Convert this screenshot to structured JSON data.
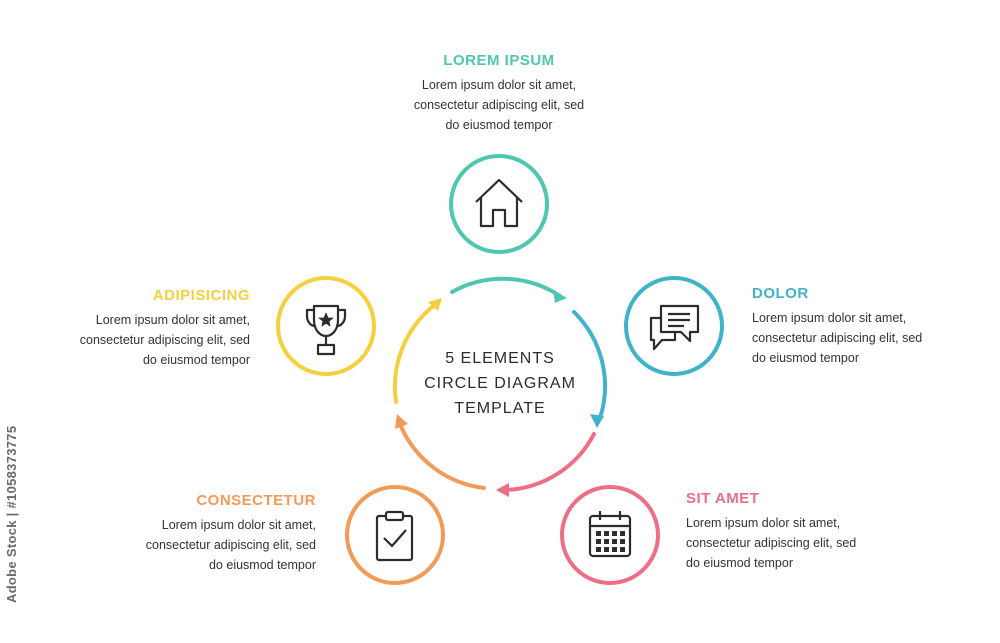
{
  "center": {
    "line1": "5 ELEMENTS",
    "line2": "CIRCLE DIAGRAM",
    "line3": "TEMPLATE"
  },
  "items": [
    {
      "title": "LOREM IPSUM",
      "color": "#4fc6b0",
      "icon": "home-icon",
      "lines": [
        "Lorem ipsum dolor sit amet,",
        "consectetur adipiscing elit, sed",
        "do eiusmod tempor"
      ]
    },
    {
      "title": "DOLOR",
      "color": "#3fb3c9",
      "icon": "chat-bubbles-icon",
      "lines": [
        "Lorem ipsum dolor sit amet,",
        "consectetur adipiscing elit, sed",
        "do eiusmod tempor"
      ]
    },
    {
      "title": "SIT AMET",
      "color": "#ee6e86",
      "icon": "calendar-icon",
      "lines": [
        "Lorem ipsum dolor sit amet,",
        "consectetur adipiscing elit, sed",
        "do eiusmod tempor"
      ]
    },
    {
      "title": "CONSECTETUR",
      "color": "#f39a59",
      "icon": "clipboard-check-icon",
      "lines": [
        "Lorem ipsum dolor sit amet,",
        "consectetur adipiscing elit, sed",
        "do eiusmod tempor"
      ]
    },
    {
      "title": "ADIPISICING",
      "color": "#f6cf3e",
      "icon": "trophy-icon",
      "lines": [
        "Lorem ipsum dolor sit amet,",
        "consectetur adipiscing elit, sed",
        "do eiusmod tempor"
      ]
    }
  ],
  "watermark": {
    "id_text": "Adobe Stock | #1058373775"
  }
}
